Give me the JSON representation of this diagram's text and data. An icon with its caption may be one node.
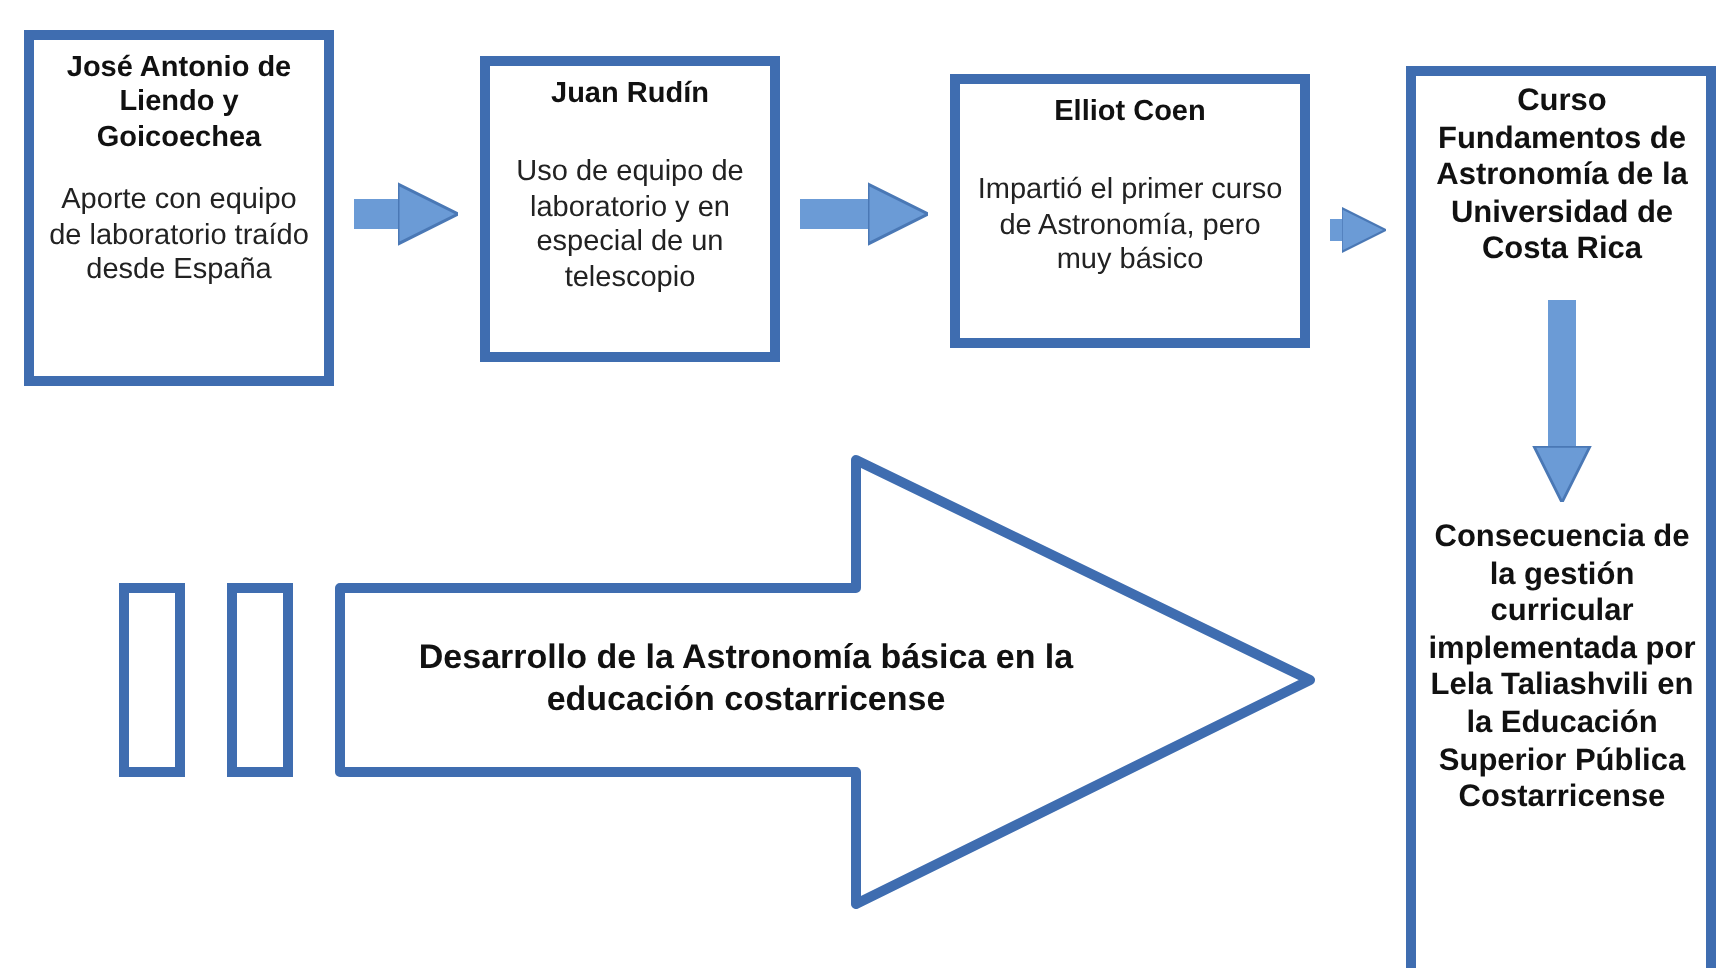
{
  "diagram": {
    "nodes": [
      {
        "text": [
          "José Antonio de Liendo y Goicoechea",
          "Aporte con equipo de laboratorio traído desde España"
        ]
      },
      {
        "text": [
          "Juan Rudín",
          "Uso de equipo de laboratorio y en especial de un telescopio"
        ]
      },
      {
        "text": [
          "Elliot Coen",
          "Impartió el primer curso de Astronomía, pero muy básico"
        ]
      },
      {
        "text": [],
        "shape": "box"
      },
      {
        "text": [
          "Curso Fundamentos de Astronomía de la Universidad de Costa Rica"
        ],
        "in": 3
      },
      {
        "text": [
          "Consecuencia de la gestión curricular implementada por Lela Taliashvili en la Educación Superior Pública Costarricense"
        ],
        "in": 3
      },
      {
        "text": [
          "Desarrollo de la Astronomía básica en la educación costarricense"
        ]
      }
    ],
    "edges": [
      {
        "from": 0,
        "to": 1,
        "arrow": "to"
      },
      {
        "from": 1,
        "to": 2,
        "arrow": "to"
      },
      {
        "from": 2,
        "to": 3,
        "arrow": "to"
      },
      {
        "from": 4,
        "to": 5,
        "arrow": "to"
      }
    ]
  }
}
